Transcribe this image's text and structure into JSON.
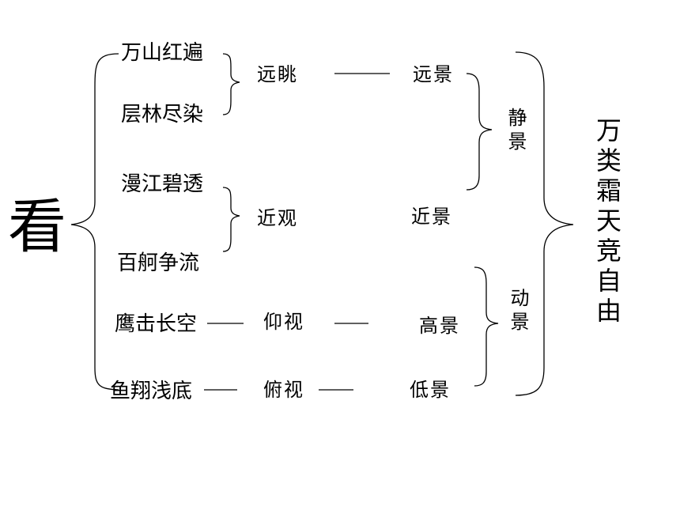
{
  "root": "看",
  "phrases": [
    "万山红遍",
    "层林尽染",
    "漫江碧透",
    "百舸争流",
    "鹰击长空",
    "鱼翔浅底"
  ],
  "views": [
    "远眺",
    "近观",
    "仰视",
    "俯视"
  ],
  "scenes": [
    "远景",
    "近景",
    "高景",
    "低景"
  ],
  "groups": {
    "static": "静景",
    "dynamic": "动景"
  },
  "conclusion": "万类霜天竞自由"
}
